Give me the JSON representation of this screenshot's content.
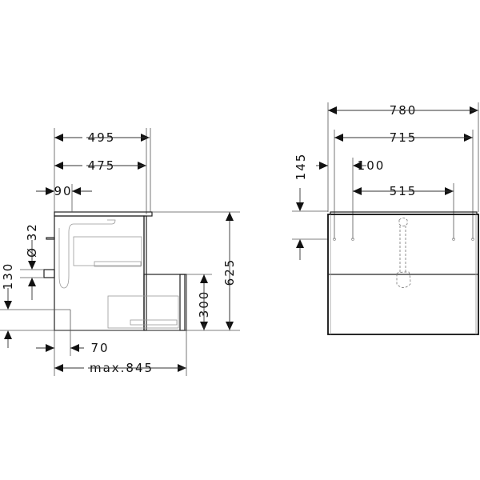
{
  "side_view": {
    "dim_495": "495",
    "dim_475": "475",
    "dim_90": "90",
    "dim_d32": "Ø 32",
    "dim_130": "130",
    "dim_625": "625",
    "dim_300": "300",
    "dim_70": "70",
    "dim_max845": "max.845"
  },
  "front_view": {
    "dim_780": "780",
    "dim_715": "715",
    "dim_145": "145",
    "dim_100": "100",
    "dim_515": "515"
  }
}
